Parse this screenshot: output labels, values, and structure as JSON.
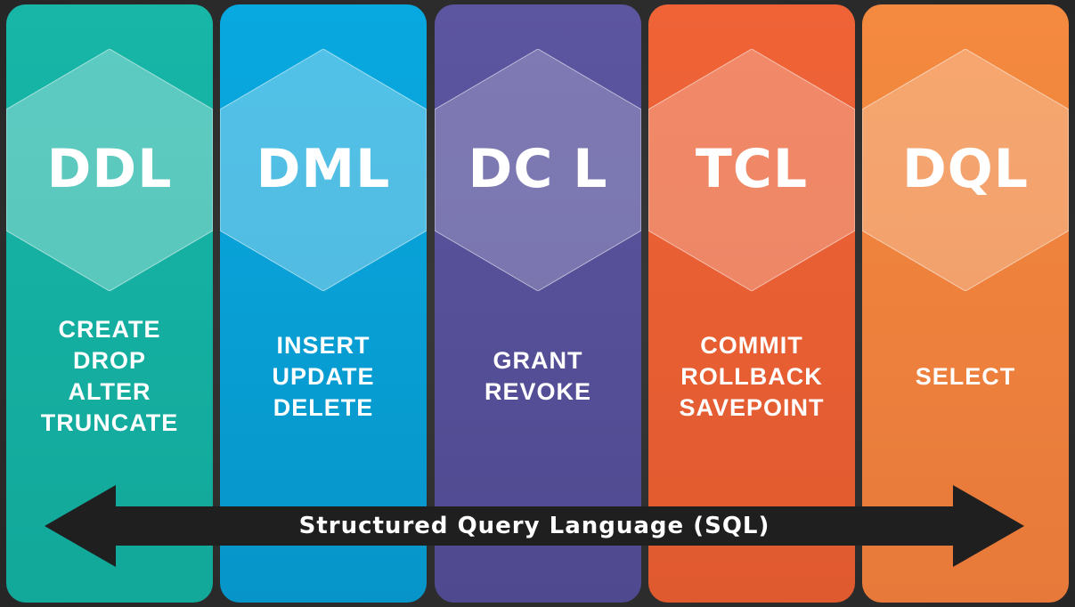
{
  "categories": [
    {
      "abbr": "DDL",
      "commands": [
        "CREATE",
        "DROP",
        "ALTER",
        "TRUNCATE"
      ],
      "color": "#17b6a7"
    },
    {
      "abbr": "DML",
      "commands": [
        "INSERT",
        "UPDATE",
        "DELETE"
      ],
      "color": "#08a9e0"
    },
    {
      "abbr": "DC L",
      "commands": [
        "GRANT",
        "REVOKE"
      ],
      "color": "#5c55a0"
    },
    {
      "abbr": "TCL",
      "commands": [
        "COMMIT",
        "ROLLBACK",
        "SAVEPOINT"
      ],
      "color": "#ef6337"
    },
    {
      "abbr": "DQL",
      "commands": [
        "SELECT"
      ],
      "color": "#f48a3f"
    }
  ],
  "banner": {
    "label": "Structured Query Language (SQL)",
    "color": "#1f1f1f"
  }
}
